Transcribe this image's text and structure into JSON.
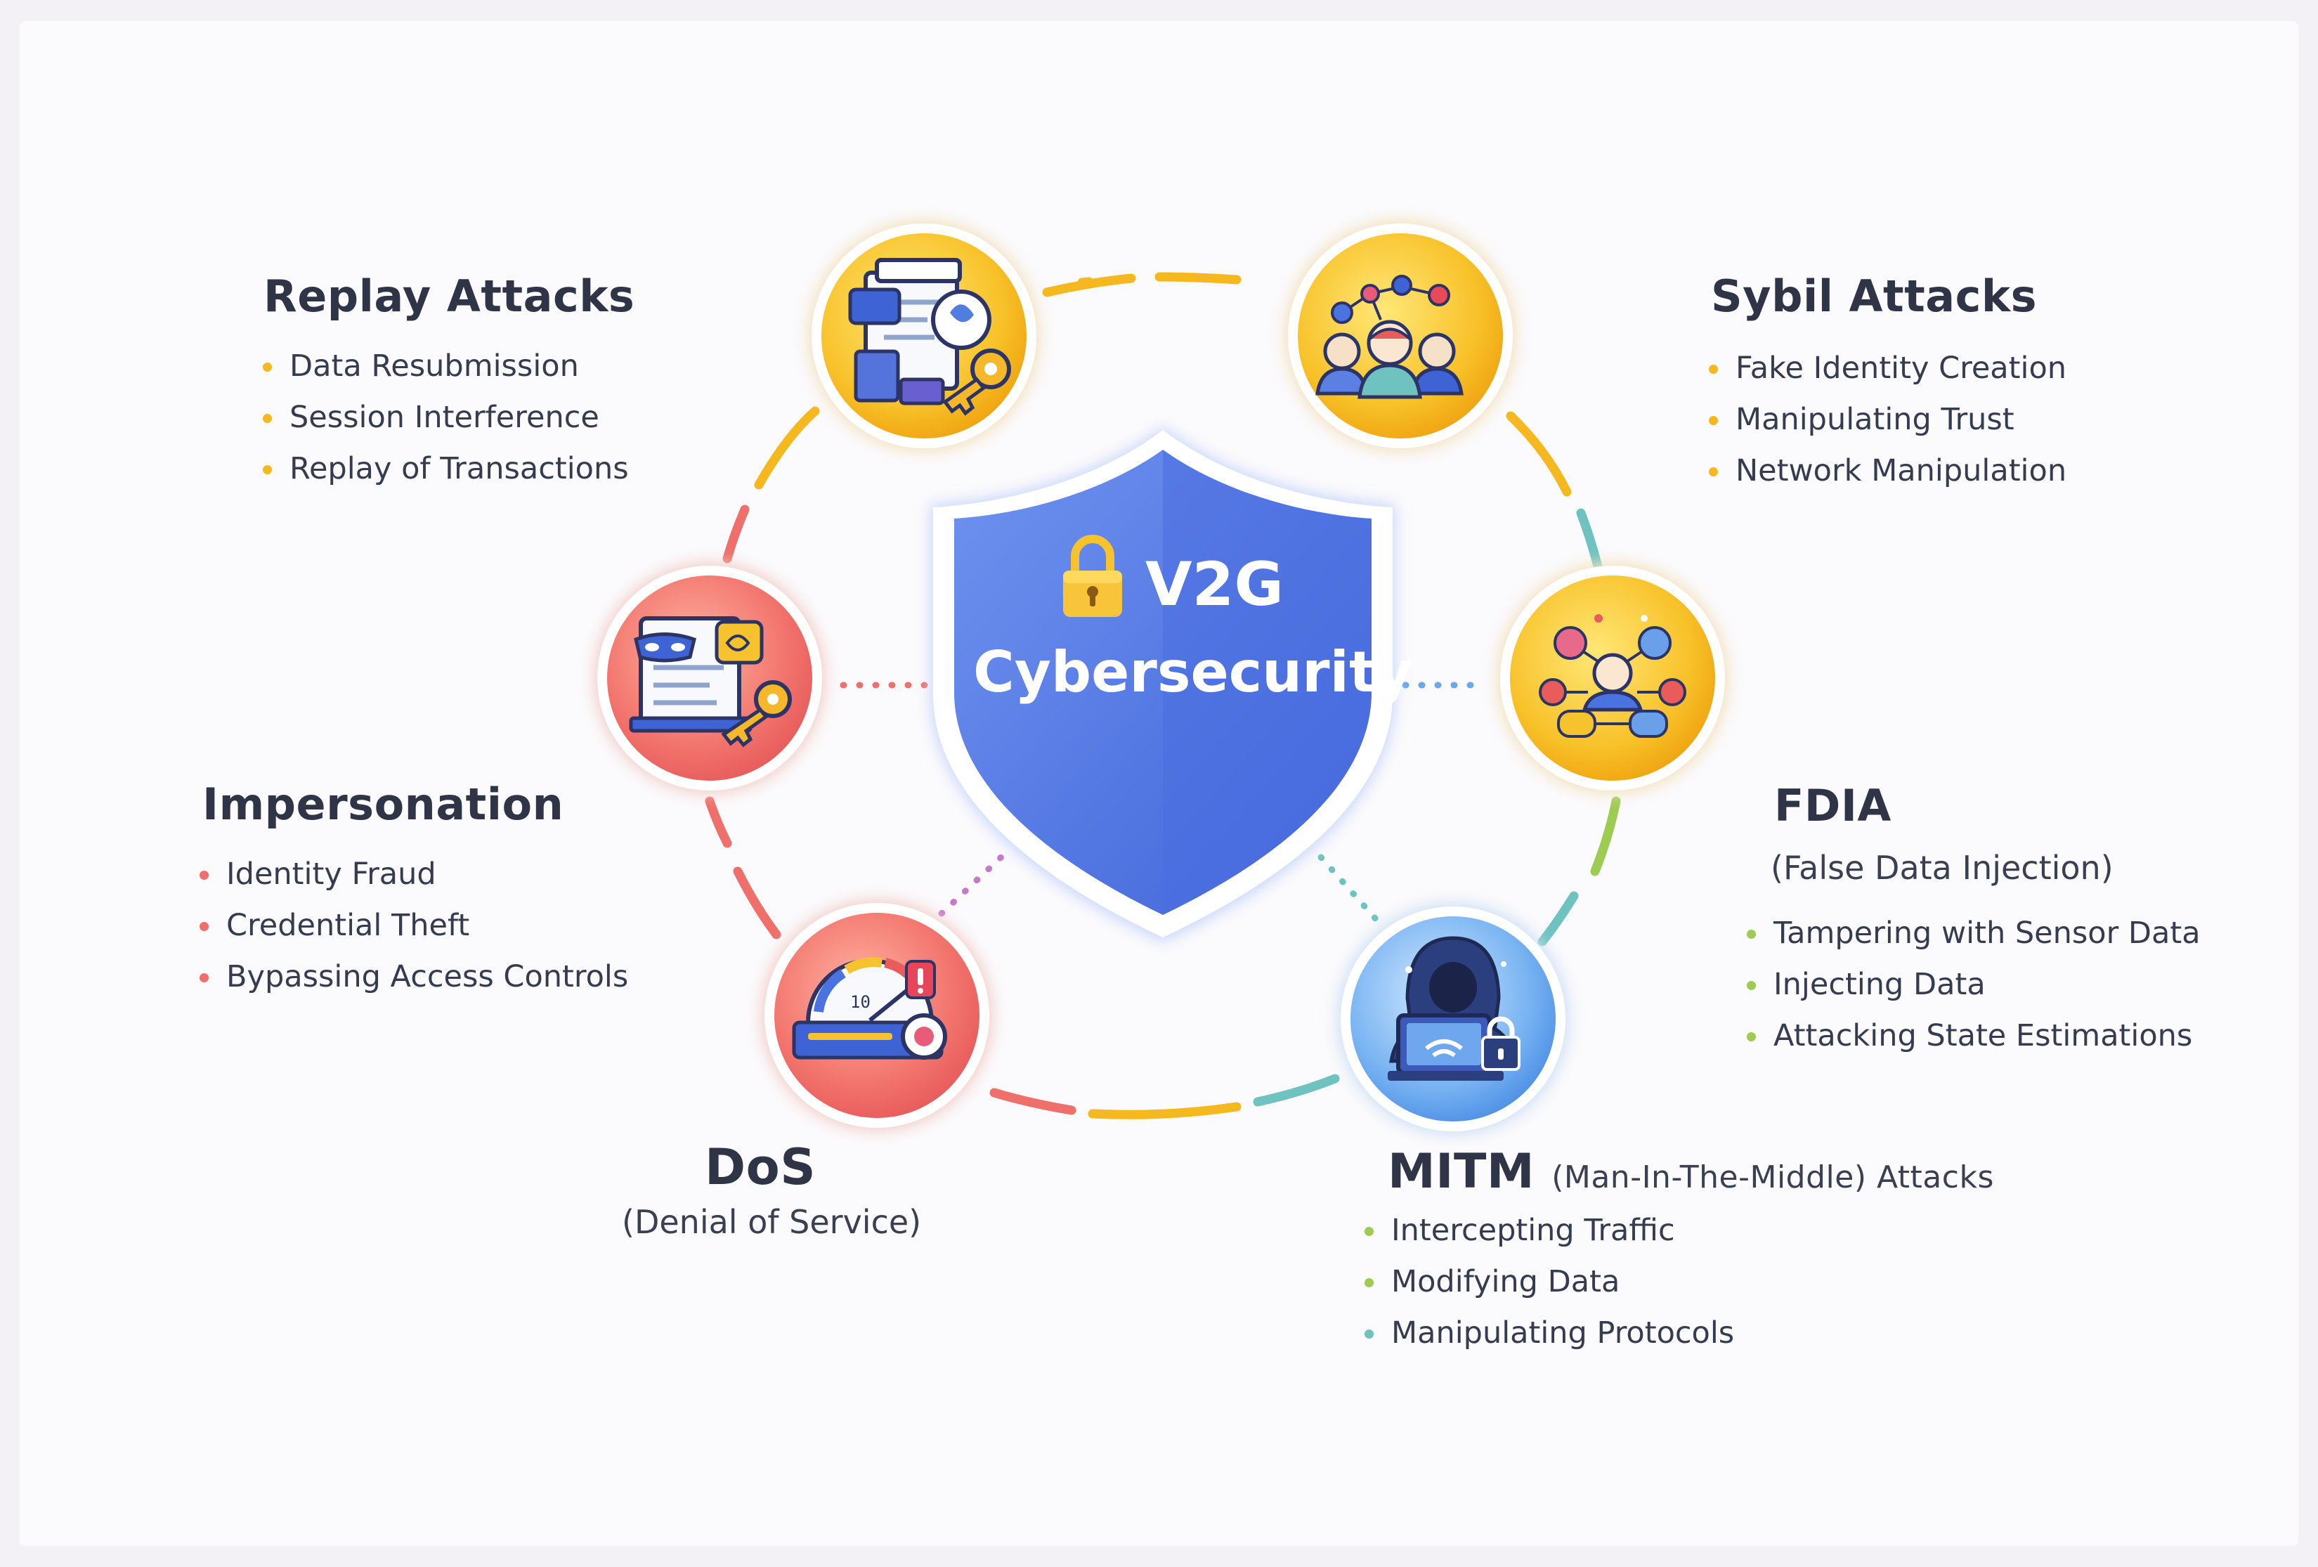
{
  "center": {
    "line1": "V2G",
    "line2": "Cybersecurity",
    "icon": "padlock-icon",
    "shield_color": "#4a74e4"
  },
  "colors": {
    "yellow": "#f5b91f",
    "coral": "#ef6f6a",
    "blue": "#5ea2ee",
    "teal": "#6ec3c0",
    "green": "#9ccc52"
  },
  "attacks": {
    "replay": {
      "title": "Replay Attacks",
      "icon": "document-key-icon",
      "items": [
        "Data Resubmission",
        "Session Interference",
        "Replay of Transactions"
      ]
    },
    "sybil": {
      "title": "Sybil Attacks",
      "icon": "fake-identities-icon",
      "items": [
        "Fake Identity Creation",
        "Manipulating Trust",
        "Network Manipulation"
      ]
    },
    "impersonation": {
      "title": "Impersonation",
      "icon": "mask-key-icon",
      "items": [
        "Identity Fraud",
        "Credential Theft",
        "Bypassing Access Controls"
      ]
    },
    "fdia": {
      "title": "FDIA",
      "subtitle": "(False Data Injection)",
      "icon": "data-network-icon",
      "items": [
        "Tampering with Sensor Data",
        "Injecting Data",
        "Attacking State Estimations"
      ]
    },
    "dos": {
      "title": "DoS",
      "subtitle": "(Denial of Service)",
      "icon": "overload-gauge-icon",
      "gauge_value": "10"
    },
    "mitm": {
      "title": "MITM",
      "title_suffix": "(Man-In-The-Middle) Attacks",
      "icon": "hooded-hacker-icon",
      "items": [
        "Intercepting Traffic",
        "Modifying Data",
        "Manipulating Protocols"
      ]
    }
  }
}
